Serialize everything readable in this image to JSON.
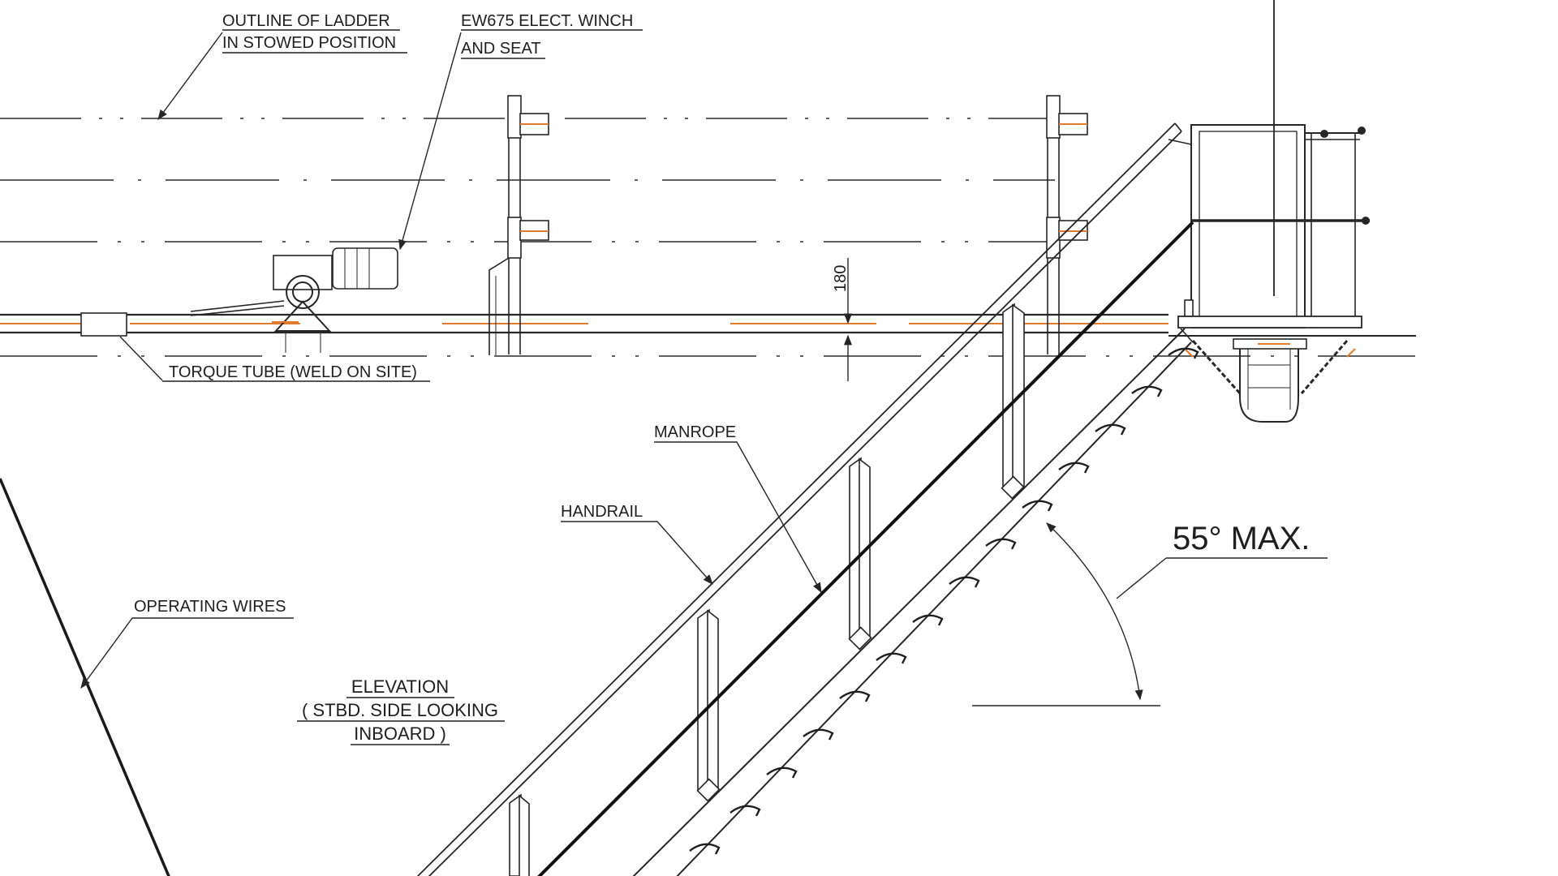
{
  "labels": {
    "outline_line1": "OUTLINE OF LADDER",
    "outline_line2": "IN STOWED POSITION",
    "winch_line1": "EW675 ELECT. WINCH",
    "winch_line2": "AND SEAT",
    "dimension": "180",
    "torque_tube": "TORQUE TUBE (WELD ON SITE)",
    "manrope": "MANROPE",
    "handrail": "HANDRAIL",
    "operating_wires": "OPERATING WIRES",
    "angle": "55° MAX.",
    "elevation_line1": "ELEVATION",
    "elevation_line2": "( STBD. SIDE LOOKING",
    "elevation_line3": "INBOARD )"
  },
  "colors": {
    "line": "#262626",
    "accent": "#e07a2c",
    "background": "#ffffff"
  }
}
